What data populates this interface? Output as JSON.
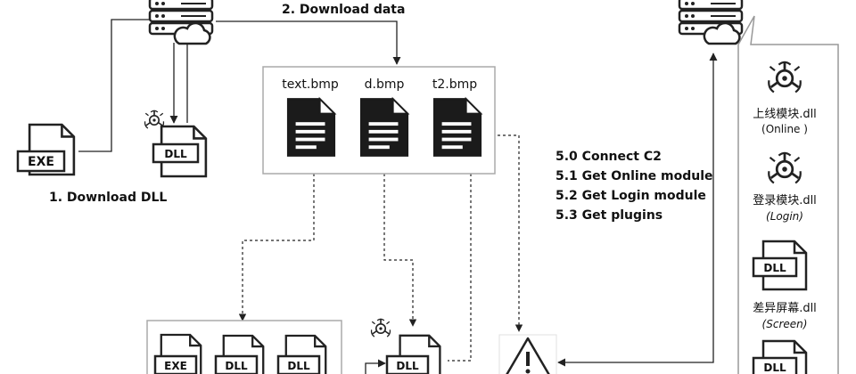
{
  "steps": {
    "download_dll": "1. Download DLL",
    "download_data": "2. Download data"
  },
  "bmp_files": [
    "text.bmp",
    "d.bmp",
    "t2.bmp"
  ],
  "file_types": {
    "exe": "EXE",
    "dll": "DLL"
  },
  "c2_steps": [
    "5.0 Connect C2",
    "5.1 Get Online module",
    "5.2 Get Login module",
    "5.3 Get plugins"
  ],
  "modules": [
    {
      "name": "上线模块.dll",
      "sub": "(Online )"
    },
    {
      "name": "登录模块.dll",
      "sub": "(Login)"
    },
    {
      "name": "差异屏幕.dll",
      "sub": "(Screen)"
    }
  ],
  "icons": [
    "server-icon",
    "cloud-icon",
    "exe-file-icon",
    "dll-file-icon",
    "document-icon",
    "malware-biohazard-icon",
    "warning-icon"
  ]
}
